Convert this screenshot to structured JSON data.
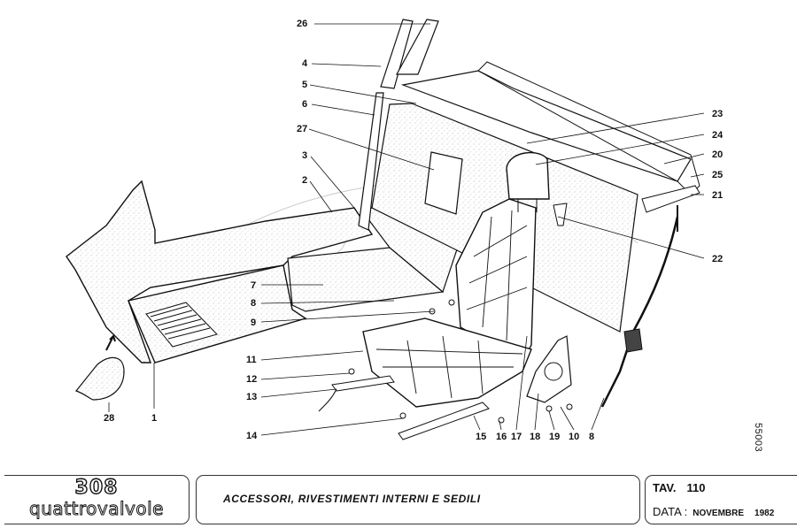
{
  "diagram": {
    "type": "exploded-parts-diagram",
    "subject": "Ferrari 308 quattrovalvole interior trim and seats",
    "callouts": [
      {
        "id": "26",
        "label": "26"
      },
      {
        "id": "4",
        "label": "4"
      },
      {
        "id": "5",
        "label": "5"
      },
      {
        "id": "6",
        "label": "6"
      },
      {
        "id": "27",
        "label": "27"
      },
      {
        "id": "3",
        "label": "3"
      },
      {
        "id": "2",
        "label": "2"
      },
      {
        "id": "7",
        "label": "7"
      },
      {
        "id": "8a",
        "label": "8"
      },
      {
        "id": "9",
        "label": "9"
      },
      {
        "id": "11",
        "label": "11"
      },
      {
        "id": "12",
        "label": "12"
      },
      {
        "id": "13",
        "label": "13"
      },
      {
        "id": "14",
        "label": "14"
      },
      {
        "id": "28",
        "label": "28"
      },
      {
        "id": "1",
        "label": "1"
      },
      {
        "id": "15",
        "label": "15"
      },
      {
        "id": "16",
        "label": "16"
      },
      {
        "id": "17",
        "label": "17"
      },
      {
        "id": "18",
        "label": "18"
      },
      {
        "id": "19",
        "label": "19"
      },
      {
        "id": "10",
        "label": "10"
      },
      {
        "id": "8b",
        "label": "8"
      },
      {
        "id": "23",
        "label": "23"
      },
      {
        "id": "24",
        "label": "24"
      },
      {
        "id": "20",
        "label": "20"
      },
      {
        "id": "25",
        "label": "25"
      },
      {
        "id": "21",
        "label": "21"
      },
      {
        "id": "22",
        "label": "22"
      }
    ],
    "catalog_number": "55003"
  },
  "title_block": {
    "model": "308",
    "model_sub": "quattrovalvole",
    "section_title": "ACCESSORI, RIVESTIMENTI INTERNI E SEDILI",
    "tav_label": "TAV.",
    "tav_number": "110",
    "date_label": "DATA :",
    "date_month": "NOVEMBRE",
    "date_year": "1982"
  }
}
